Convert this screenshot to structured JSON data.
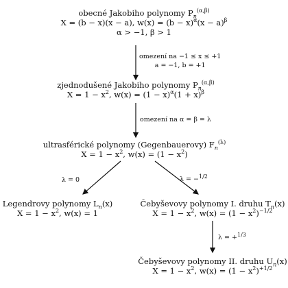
{
  "nodes": {
    "general": {
      "title": "obecné Jakobiho polynomy P",
      "title_sub": "n",
      "title_sup": "(α,β)",
      "line2": "X = (b − x)(x − a),       w(x) = (b − x)",
      "line2_sup1": "α",
      "line2_mid": "(x − a)",
      "line2_sup2": "β",
      "line3": "α > −1, β > 1"
    },
    "simplified": {
      "title": "zjednodušené Jakobiho polynomy P",
      "title_sub": "n",
      "title_sup": "(α,β)",
      "line2": "X = 1 − x",
      "line2_sup1": "2",
      "line2_mid": ", w(x) = (1 − x)",
      "line2_sup2": "α",
      "line2_mid2": "(1 + x)",
      "line2_sup3": "β"
    },
    "ultraspherical": {
      "title": "ultrasférické polynomy (Gegenbauerovy) F",
      "title_sub": "n",
      "title_sup": "(λ)",
      "line2": "X = 1 − x",
      "line2_sup1": "2",
      "line2_mid": ", w(x) = (1 − x",
      "line2_sup2": "2",
      "line2_end": ")"
    },
    "legendre": {
      "title": "Legendrovy polynomy L",
      "title_sub": "n",
      "title_end": "(x)",
      "line2": "X = 1 − x",
      "line2_sup1": "2",
      "line2_mid": ", w(x) = 1"
    },
    "chebyshev1": {
      "title": "Čebyševovy polynomy I. druhu T",
      "title_sub": "n",
      "title_end": "(x)",
      "line2": "X = 1 − x",
      "line2_sup1": "2",
      "line2_mid": ", w(x) = (1 − x",
      "line2_sup2": "2",
      "line2_end": ")",
      "line2_sup3": "−1/2"
    },
    "chebyshev2": {
      "title": "Čebyševovy polynomy II. druhu U",
      "title_sub": "n",
      "title_end": "(x)",
      "line2": "X = 1 − x",
      "line2_sup1": "2",
      "line2_mid": ", w(x) = (1 − x",
      "line2_sup2": "2",
      "line2_end": ")",
      "line2_sup3": "+1/2"
    }
  },
  "edges": {
    "e1": {
      "line1": "omezení na −1 ≤ x ≤ +1",
      "line2": "a = −1, b = +1"
    },
    "e2": {
      "line1": "omezení na α = β = λ"
    },
    "e3": {
      "line1": "λ = 0"
    },
    "e4": {
      "line1": "λ = −",
      "frac": "1/2"
    },
    "e5": {
      "line1": "λ = +",
      "frac": "1/3"
    }
  }
}
